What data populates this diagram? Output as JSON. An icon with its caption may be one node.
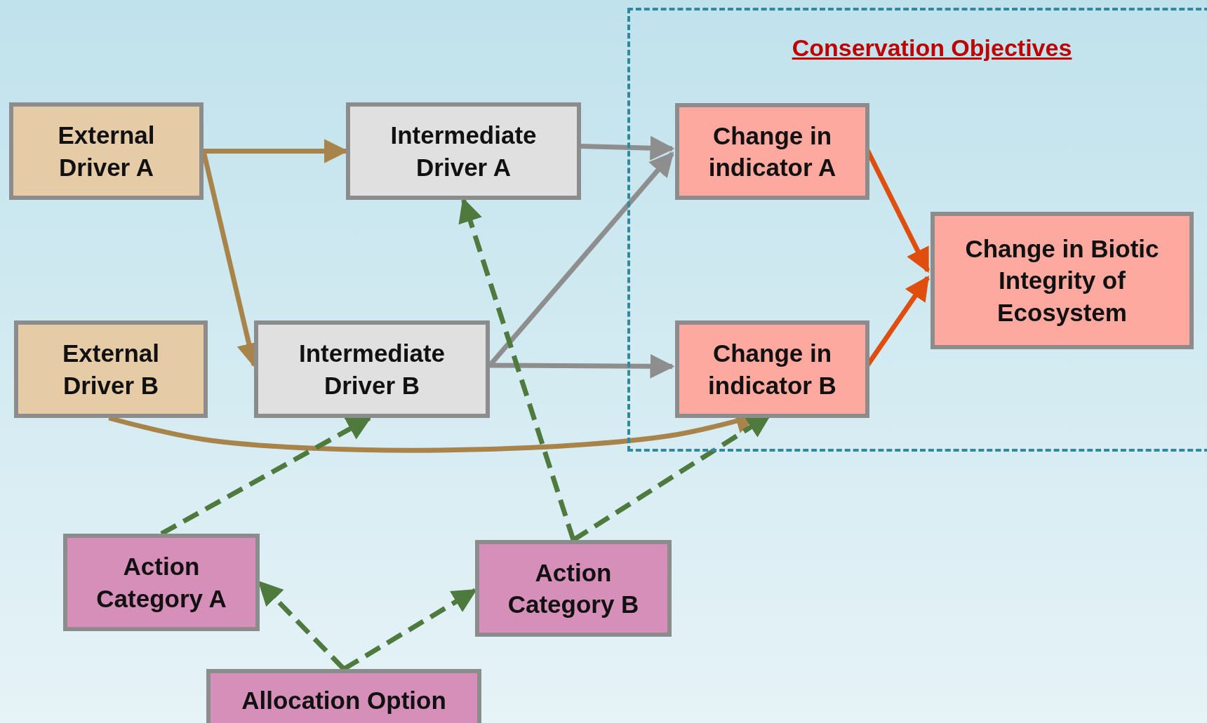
{
  "diagram": {
    "nodes": [
      {
        "text": [
          "External Driver A"
        ]
      },
      {
        "text": [
          "Intermediate Driver A"
        ]
      },
      {
        "text": [
          "Conservation Objectives"
        ]
      },
      {
        "text": [
          "Change in indicator A"
        ],
        "in": 2
      },
      {
        "text": [
          "Change in Biotic Integrity of Ecosystem"
        ],
        "in": 2
      },
      {
        "text": [
          "Change in indicator B"
        ],
        "in": 2
      },
      {
        "text": [
          "External Driver B"
        ]
      },
      {
        "text": [
          "Intermediate Driver B"
        ]
      },
      {
        "text": [
          "Action Category A"
        ]
      },
      {
        "text": [
          "Action Category B"
        ]
      },
      {
        "text": [
          "Allocation Option"
        ]
      }
    ],
    "edges": [
      {
        "from": 0,
        "to": 1,
        "arrow": "to",
        "color": "#a8844a"
      },
      {
        "from": 0,
        "to": 7,
        "arrow": "to",
        "color": "#a8844a"
      },
      {
        "from": 6,
        "to": 5,
        "arrow": "to",
        "color": "#a8844a"
      },
      {
        "from": 1,
        "to": 3,
        "arrow": "to",
        "color": "#8e8e8e"
      },
      {
        "from": 7,
        "to": 3,
        "arrow": "to",
        "color": "#8e8e8e"
      },
      {
        "from": 7,
        "to": 5,
        "arrow": "to",
        "color": "#8e8e8e"
      },
      {
        "from": 3,
        "to": 4,
        "arrow": "to",
        "color": "#e04e0e"
      },
      {
        "from": 5,
        "to": 4,
        "arrow": "to",
        "color": "#e04e0e"
      },
      {
        "from": 8,
        "to": 7,
        "arrow": "to",
        "style": "dashed"
      },
      {
        "from": 9,
        "to": 1,
        "arrow": "to",
        "style": "dashed"
      },
      {
        "from": 9,
        "to": 5,
        "arrow": "to",
        "style": "dashed"
      },
      {
        "from": 10,
        "to": 8,
        "arrow": "to",
        "style": "dashed"
      },
      {
        "from": 10,
        "to": 9,
        "arrow": "to",
        "style": "dashed"
      }
    ]
  }
}
